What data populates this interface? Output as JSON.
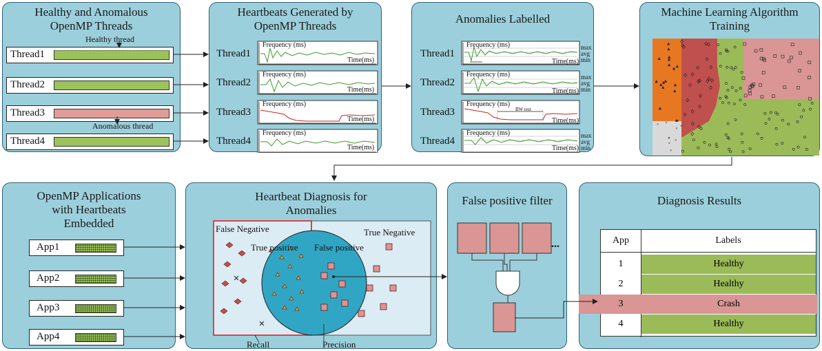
{
  "panel1": {
    "title": "Healthy and Anomalous\nOpenMP Threads",
    "healthy_label": "Healthy thread",
    "anomalous_label": "Anomalous thread",
    "threads": [
      "Thread1",
      "Thread2",
      "Thread3",
      "Thread4"
    ],
    "anomalous_index": 2
  },
  "panel2": {
    "title": "Heartbeats Generated by\nOpenMP  Threads",
    "threads": [
      "Thread1",
      "Thread2",
      "Thread3",
      "Thread4"
    ],
    "freq_label": "Frequency (ms)",
    "time_label": "Time(ms)"
  },
  "panel3": {
    "title": "Anomalies Labelled",
    "threads": [
      "Thread1",
      "Thread2",
      "Thread3",
      "Thread4"
    ],
    "freq_label": "Frequency (ms)",
    "time_label": "Time(ms)",
    "markers": [
      "max",
      "avg",
      "min"
    ],
    "bw_label": "BW test"
  },
  "panel4": {
    "title": "Machine Learning Algorithm\nTraining"
  },
  "panel5": {
    "title": "OpenMP Applications\nwith Heartbeats\nEmbedded",
    "apps": [
      "App1",
      "App2",
      "App3",
      "App4"
    ]
  },
  "panel6": {
    "title": "Heartbeat Diagnosis for\nAnomalies",
    "false_negative": "False Negative",
    "true_negative": "True Negative",
    "true_positive": "True positive",
    "false_positive": "False positive",
    "recall": "Recall",
    "precision": "Precision"
  },
  "panel7": {
    "title": "False positive filter",
    "ellipsis": "..."
  },
  "panel8": {
    "title": "Diagnosis Results",
    "col_app": "App",
    "col_labels": "Labels",
    "rows": [
      {
        "app": "1",
        "label": "Healthy",
        "color": "#9bbb59"
      },
      {
        "app": "2",
        "label": "Healthy",
        "color": "#9bbb59"
      },
      {
        "app": "3",
        "label": "Crash",
        "color": "#d99694"
      },
      {
        "app": "4",
        "label": "Healthy",
        "color": "#9bbb59"
      }
    ]
  },
  "colors": {
    "panel_bg": "#9ccfdc",
    "healthy": "#9bbb59",
    "anomalous": "#d99694",
    "orange": "#e87722",
    "darkred": "#c0504d",
    "circle": "#31a5c4"
  }
}
